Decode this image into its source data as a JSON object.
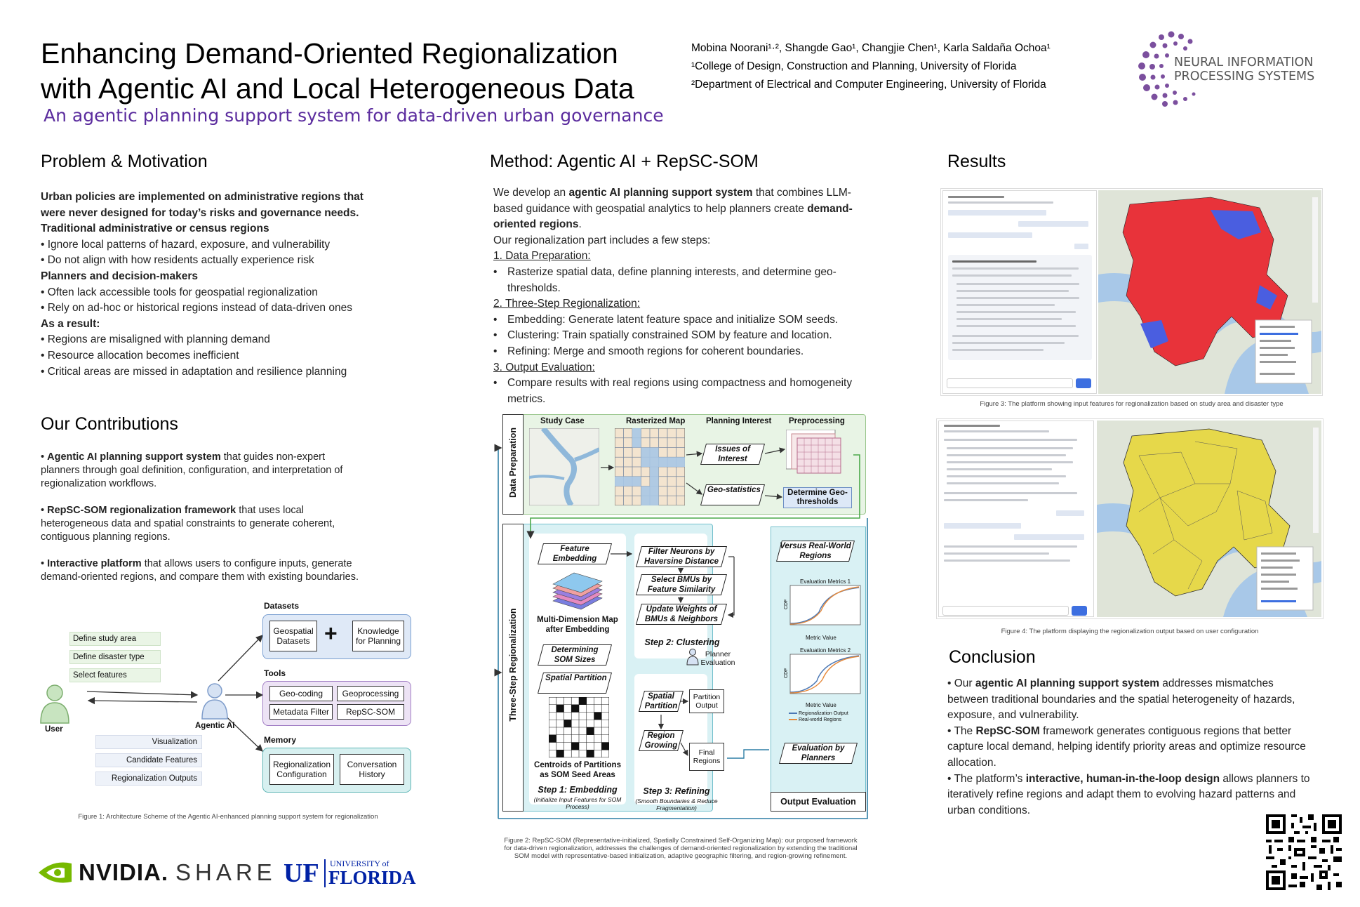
{
  "header": {
    "title_line1": "Enhancing Demand-Oriented Regionalization",
    "title_line2": "with Agentic AI and Local Heterogeneous Data",
    "subtitle": "An agentic planning support system for data-driven urban governance",
    "authors": "Mobina Noorani¹·², Shangde Gao¹, Changjie Chen¹, Karla Saldaña Ochoa¹",
    "affiliation1": "¹College of Design, Construction and Planning, University of Florida",
    "affiliation2": "²Department of Electrical and Computer Engineering, University of Florida",
    "logo_line1": "NEURAL INFORMATION",
    "logo_line2": "PROCESSING SYSTEMS"
  },
  "problem": {
    "heading": "Problem & Motivation",
    "lead1": "Urban policies are implemented on administrative regions  that",
    "lead2": "were never designed for today’s risks and governance needs.",
    "sub1": "Traditional administrative or census regions",
    "b1": "• Ignore local patterns of hazard, exposure, and vulnerability",
    "b2": "• Do not align with how residents actually experience risk",
    "sub2": "Planners and decision-makers",
    "b3": "• Often lack accessible tools for geospatial regionalization",
    "b4": "• Rely on ad-hoc or historical regions instead of data-driven ones",
    "sub3": "As a result:",
    "b5": "• Regions are misaligned with planning demand",
    "b6": "• Resource allocation becomes inefficient",
    "b7": "• Critical areas are missed in adaptation and resilience planning"
  },
  "contributions": {
    "heading": "Our Contributions",
    "c1_bold": "Agentic AI planning support system",
    "c1_rest1": " that guides non-expert",
    "c1_rest2": "planners through goal definition, configuration, and interpretation of",
    "c1_rest3": "regionalization workflows.",
    "c2_bold": "RepSC-SOM regionalization framework",
    "c2_rest1": " that uses local",
    "c2_rest2": "heterogeneous data and spatial constraints to generate coherent,",
    "c2_rest3": "contiguous planning regions.",
    "c3_bold": "Interactive platform",
    "c3_rest1": " that allows users to configure inputs, generate",
    "c3_rest2": "demand-oriented regions, and compare them with existing boundaries."
  },
  "fig1": {
    "datasets": "Datasets",
    "geospatial": "Geospatial Datasets",
    "knowledge": "Knowledge for Planning",
    "tools": "Tools",
    "geocoding": "Geo-coding",
    "geoprocessing": "Geoprocessing",
    "metadata": "Metadata Filter",
    "repsc": "RepSC-SOM",
    "memory": "Memory",
    "regconf": "Regionalization Configuration",
    "convhist": "Conversation History",
    "user": "User",
    "agent": "Agentic AI",
    "in1": "Define study area",
    "in2": "Define disaster type",
    "in3": "Select features",
    "out1": "Visualization",
    "out2": "Candidate Features",
    "out3": "Regionalization Outputs",
    "caption": "Figure 1: Architecture Scheme of the Agentic AI-enhanced planning support system for regionalization"
  },
  "method": {
    "heading": "Method: Agentic AI + RepSC-SOM",
    "l1a": "We develop an ",
    "l1b": "agentic AI planning support system",
    "l1c": " that combines LLM-",
    "l2a": "based guidance with geospatial analytics to help planners create ",
    "l2b": "demand-",
    "l3a": "oriented regions",
    "l3b": ".",
    "l4": "Our regionalization part includes a few steps:",
    "s1": "1. Data Preparation:",
    "s1b1": "Rasterize spatial data, define planning interests, and determine geo-",
    "s1b1b": "thresholds.",
    "s2": "2. Three-Step Regionalization:",
    "s2b1": "Embedding: Generate latent feature space and initialize SOM seeds.",
    "s2b2": "Clustering: Train spatially constrained SOM by feature and location.",
    "s2b3": "Refining: Merge and smooth regions for coherent boundaries.",
    "s3": "3. Output Evaluation:",
    "s3b1": "Compare results with real regions using compactness and homogeneity",
    "s3b1b": "metrics.",
    "bullet": "•"
  },
  "fig2": {
    "data_prep": "Data Preparation",
    "three_step": "Three-Step Regionalization",
    "study_case": "Study Case",
    "rasterized": "Rasterized Map",
    "planning_interest": "Planning Interest",
    "preprocessing": "Preprocessing",
    "issues": "Issues of Interest",
    "geostat": "Geo-statistics",
    "geothresh": "Determine Geo-thresholds",
    "feature_emb": "Feature Embedding",
    "multidim": "Multi-Dimension Map after Embedding",
    "som_sizes": "Determining SOM Sizes",
    "spatial_part": "Spatial Partition",
    "centroids": "Centroids of Partitions as SOM Seed Areas",
    "step1": "Step 1: Embedding",
    "step1_sub": "(Initialize Input Features for SOM Process)",
    "filter": "Filter Neurons by Haversine Distance",
    "select_bmu": "Select BMUs by Feature Similarity",
    "update_w": "Update Weights of BMUs & Neighbors",
    "step2": "Step 2: Clustering",
    "planner_eval": "Planner Evaluation",
    "spatial_part2": "Spatial Partition",
    "partition_out": "Partition Output",
    "region_grow": "Region Growing",
    "final_regions": "Final Regions",
    "step3": "Step 3: Refining",
    "step3_sub": "(Smooth Boundaries & Reduce Fragmentation)",
    "versus": "Versus Real-World Regions",
    "eval1": "Evaluation Metrics 1",
    "eval2": "Evaluation Metrics 2",
    "metric_value": "Metric Value",
    "cdf": "CDF",
    "legend_reg": "Regionalization Output",
    "legend_real": "Real-world Regions",
    "eval_by": "Evaluation by Planners",
    "output_eval": "Output Evaluation",
    "caption1": "Figure 2: RepSC-SOM (Representative-initialized, Spatially Constrained Self-Organizing Map): our proposed framework",
    "caption2": "for data-driven regionalization, addresses the challenges of demand-oriented regionalization by extending the traditional",
    "caption3": "SOM model with representative-based initialization, adaptive geographic filtering, and region-growing refinement."
  },
  "results": {
    "heading": "Results",
    "fig3_caption": "Figure 3: The platform showing input features for regionalization based on study area and disaster type",
    "fig4_caption": "Figure 4: The platform displaying the regionalization output based on user configuration"
  },
  "conclusion": {
    "heading": "Conclusion",
    "p1a": "• Our ",
    "p1b": "agentic AI planning support system",
    "p1c": " addresses mismatches",
    "p1d": "between traditional boundaries and the spatial heterogeneity of hazards,",
    "p1e": "exposure, and vulnerability.",
    "p2a": "• The ",
    "p2b": "RepSC-SOM",
    "p2c": " framework generates contiguous regions that better",
    "p2d": "capture local demand, helping identify priority areas and optimize resource",
    "p2e": "allocation.",
    "p3a": "• The platform’s ",
    "p3b": "interactive, human-in-the-loop design",
    "p3c": " allows planners to",
    "p3d": "iteratively refine regions and adapt them to evolving hazard patterns and",
    "p3e": "urban conditions."
  },
  "footer": {
    "nvidia": "NVIDIA.",
    "share": "SHARE",
    "uf": "UF",
    "univ_of": "UNIVERSITY of",
    "florida": "FLORIDA"
  },
  "colors": {
    "subtitle_purple": "#5b2c9e",
    "prep_green": "#e6f3e6",
    "regional_teal": "#d9f1f4",
    "nvidia_green": "#76b900",
    "uf_blue": "#0021a5",
    "map_red": "#e8333a",
    "map_yellow": "#e6d84a"
  }
}
